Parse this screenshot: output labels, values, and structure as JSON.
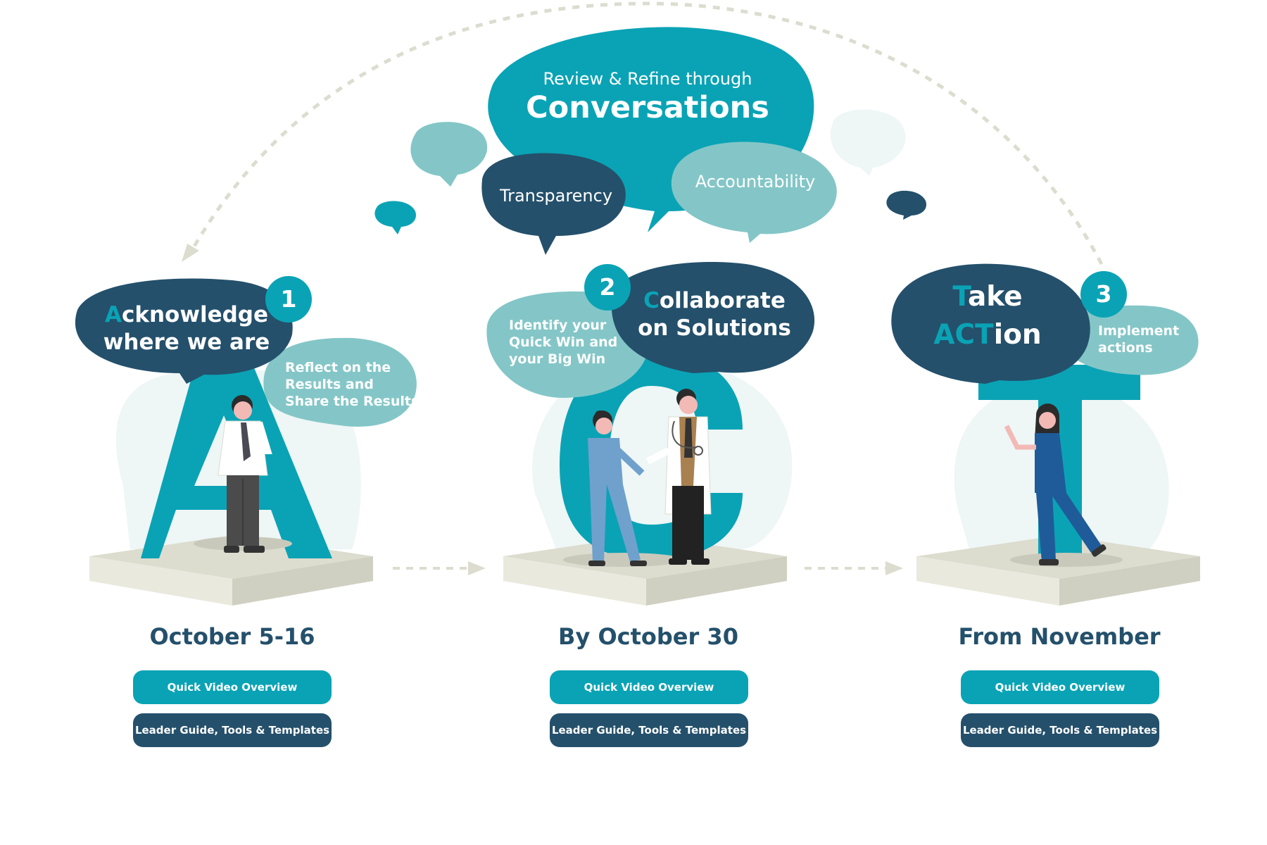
{
  "center_bubble": {
    "line1": "Review & Refine through",
    "line2": "Conversations"
  },
  "side_bubbles": {
    "transparency": "Transparency",
    "accountability": "Accountability"
  },
  "steps": [
    {
      "number": "1",
      "heading_initial": "A",
      "heading_rest_line1": "cknowledge",
      "heading_line2": "where we are",
      "subtext": [
        "Reflect on the",
        "Results and",
        "Share the Results"
      ],
      "date": "October 5-16",
      "video_button": "Quick Video Overview",
      "guide_button": "Leader Guide, Tools & Templates"
    },
    {
      "number": "2",
      "heading_initial": "C",
      "heading_rest_line1": "ollaborate",
      "heading_line2": "on Solutions",
      "subtext": [
        "Identify your",
        "Quick Win and",
        "your Big Win"
      ],
      "date": "By October 30",
      "video_button": "Quick Video Overview",
      "guide_button": "Leader Guide, Tools & Templates"
    },
    {
      "number": "3",
      "heading_initial": "T",
      "heading_rest_line1": "ake",
      "heading_line2_highlight": "ACT",
      "heading_line2_rest": "ion",
      "subtext": [
        "Implement",
        "actions"
      ],
      "date": "From November",
      "video_button": "Quick Video Overview",
      "guide_button": "Leader Guide, Tools & Templates"
    }
  ],
  "colors": {
    "teal": "#0aa3b5",
    "navy": "#24506b",
    "light_teal": "#84c6c7",
    "pale": "#eef6f6",
    "platform": "#dcdccf"
  }
}
